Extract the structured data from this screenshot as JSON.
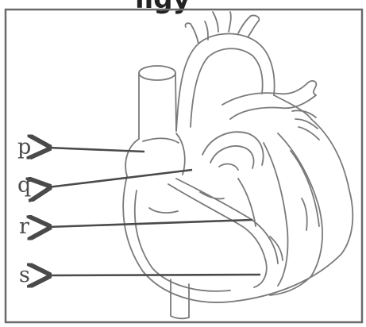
{
  "heading_fragment": "ligy",
  "labels": {
    "p": "p",
    "q": "q",
    "r": "r",
    "s": "s"
  },
  "colors": {
    "ink": "#4a4a4a",
    "paper": "#ffffff"
  }
}
